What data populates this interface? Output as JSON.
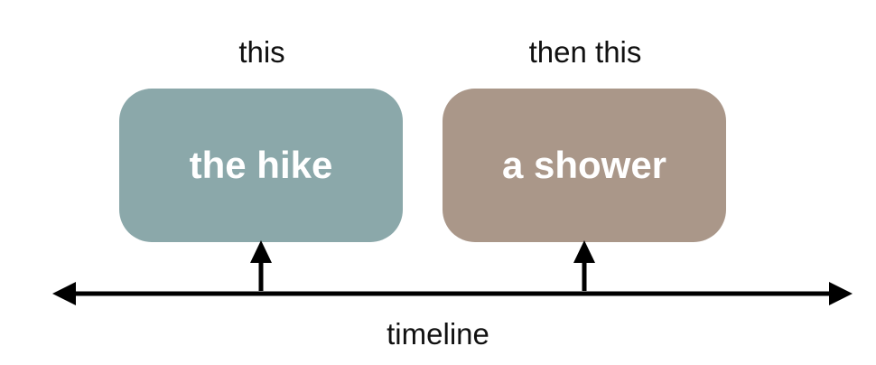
{
  "events": [
    {
      "caption": "this",
      "label": "the hike",
      "color": "#8ba8aa"
    },
    {
      "caption": "then this",
      "label": "a shower",
      "color": "#aa9789"
    }
  ],
  "timeline": {
    "label": "timeline"
  },
  "colors": {
    "line": "#000000"
  }
}
